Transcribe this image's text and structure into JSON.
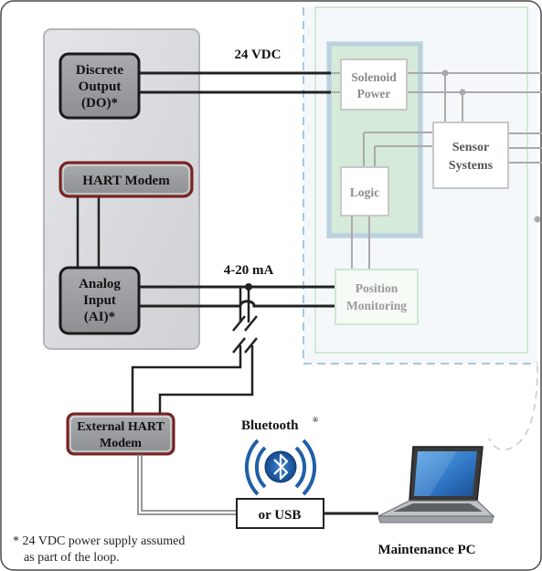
{
  "io_block": {
    "discrete_output": [
      "Discrete",
      "Output",
      "(DO)*"
    ],
    "hart_modem": "HART Modem",
    "analog_input": [
      "Analog",
      "Input",
      "(AI)*"
    ]
  },
  "signals": {
    "dc_supply": "24 VDC",
    "current_loop": "4-20 mA"
  },
  "device": {
    "solenoid_power": [
      "Solenoid",
      "Power"
    ],
    "sensor_systems": [
      "Sensor",
      "Systems"
    ],
    "logic": "Logic",
    "position_monitoring": [
      "Position",
      "Monitoring"
    ]
  },
  "external_hart_modem": [
    "External HART",
    "Modem"
  ],
  "bluetooth": {
    "label": "Bluetooth",
    "mark": "®",
    "alt_connection": "or USB"
  },
  "maintenance_pc": "Maintenance PC",
  "footnote": [
    "* 24 VDC power supply assumed",
    "as part of the loop."
  ],
  "colors": {
    "io_panel_fill": "#d8dadf",
    "device_border": "#a9c6e0",
    "green_panel": "#cfe8d3",
    "blue_panel": "#c8d8ec",
    "bluetooth_blue": "#1f5fa8",
    "modem_outline": "#7a2020"
  }
}
